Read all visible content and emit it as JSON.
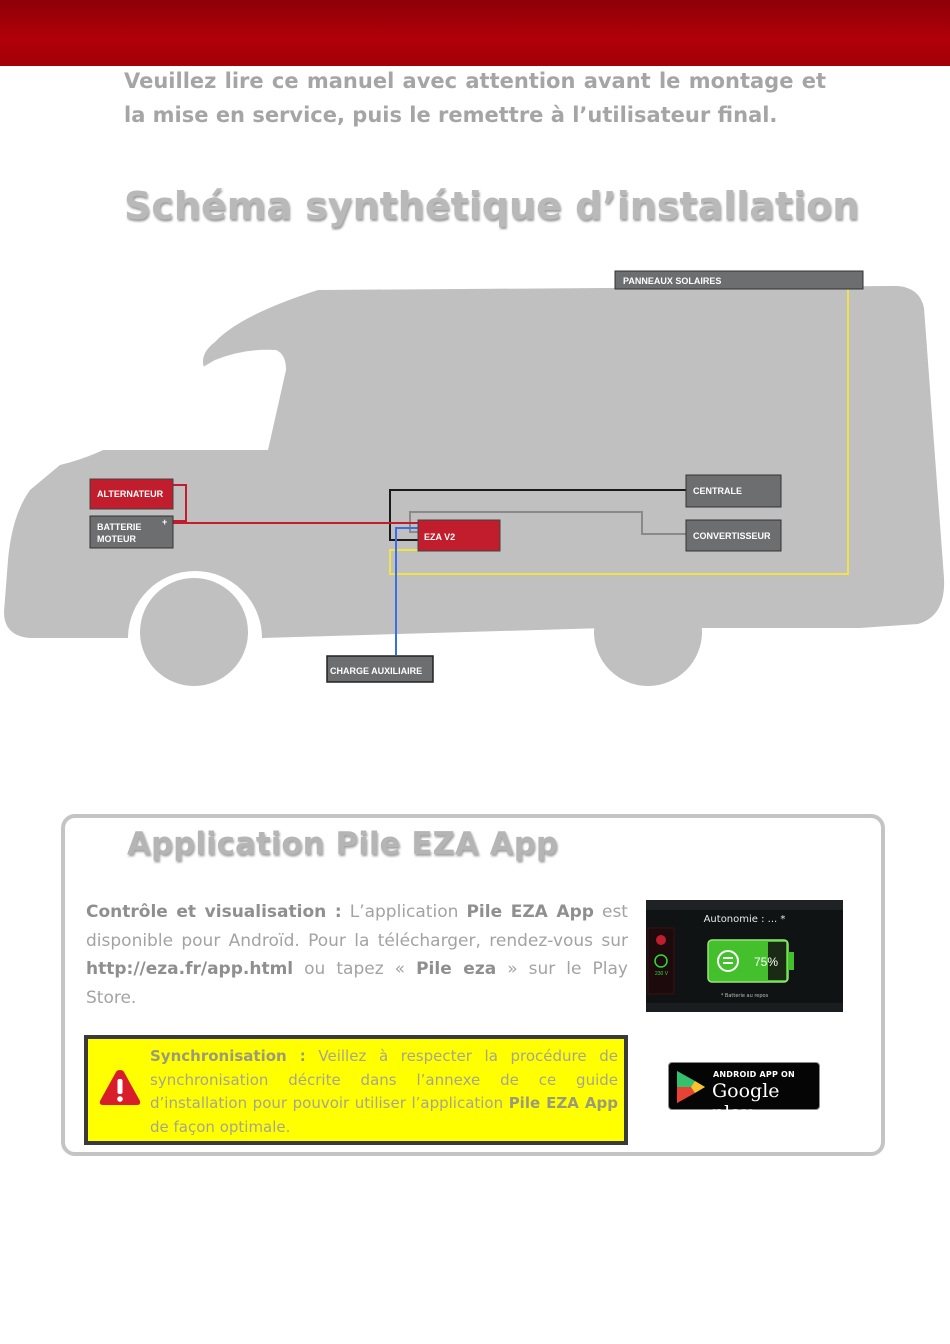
{
  "intro": "Veuillez lire ce manuel avec attention avant le montage et la mise en service, puis le remettre à l’utilisateur final.",
  "section_title": "Schéma synthétique d’installation",
  "diagram": {
    "solar": "PANNEAUX SOLAIRES",
    "alternator": "ALTERNATEUR",
    "battery_line1": "BATTERIE",
    "battery_line2": "MOTEUR",
    "plus": "+",
    "eza": "EZA V2",
    "centrale": "CENTRALE",
    "converter": "CONVERTISSEUR",
    "aux": "CHARGE AUXILIAIRE"
  },
  "app": {
    "title": "Application Pile EZA App",
    "desc_label": "Contrôle et visualisation :",
    "desc_1": " L’application ",
    "desc_app": "Pile EZA App",
    "desc_2": " est disponible pour Androïd. Pour la télécharger, rendez-vous sur ",
    "desc_url": "http://eza.fr/app.html",
    "desc_3": " ou tapez « ",
    "desc_search": "Pile eza",
    "desc_4": " » sur le Play Store.",
    "phone_autonomy": "Autonomie : ... *",
    "phone_percent": "75%",
    "phone_note": "* Batterie au repos",
    "phone_voltage": "230 V",
    "gplay_small": "ANDROID APP ON",
    "gplay_big": "Google play"
  },
  "warning": {
    "label": "Synchronisation :",
    "text_1": " Veillez à respecter la procédure de synchronisation décrite dans l’annexe de ce guide d’installation pour pouvoir utiliser l’application ",
    "app": "Pile EZA App",
    "text_2": " de façon optimale."
  },
  "colors": {
    "banner": "#b10009",
    "van": "#c0c0c1",
    "red_box": "#c11d2c",
    "grey_box": "#6d6e70",
    "solar_wire": "#f2e24a",
    "aux_wire": "#3a6fe0",
    "warning_bg": "#ffff00"
  }
}
